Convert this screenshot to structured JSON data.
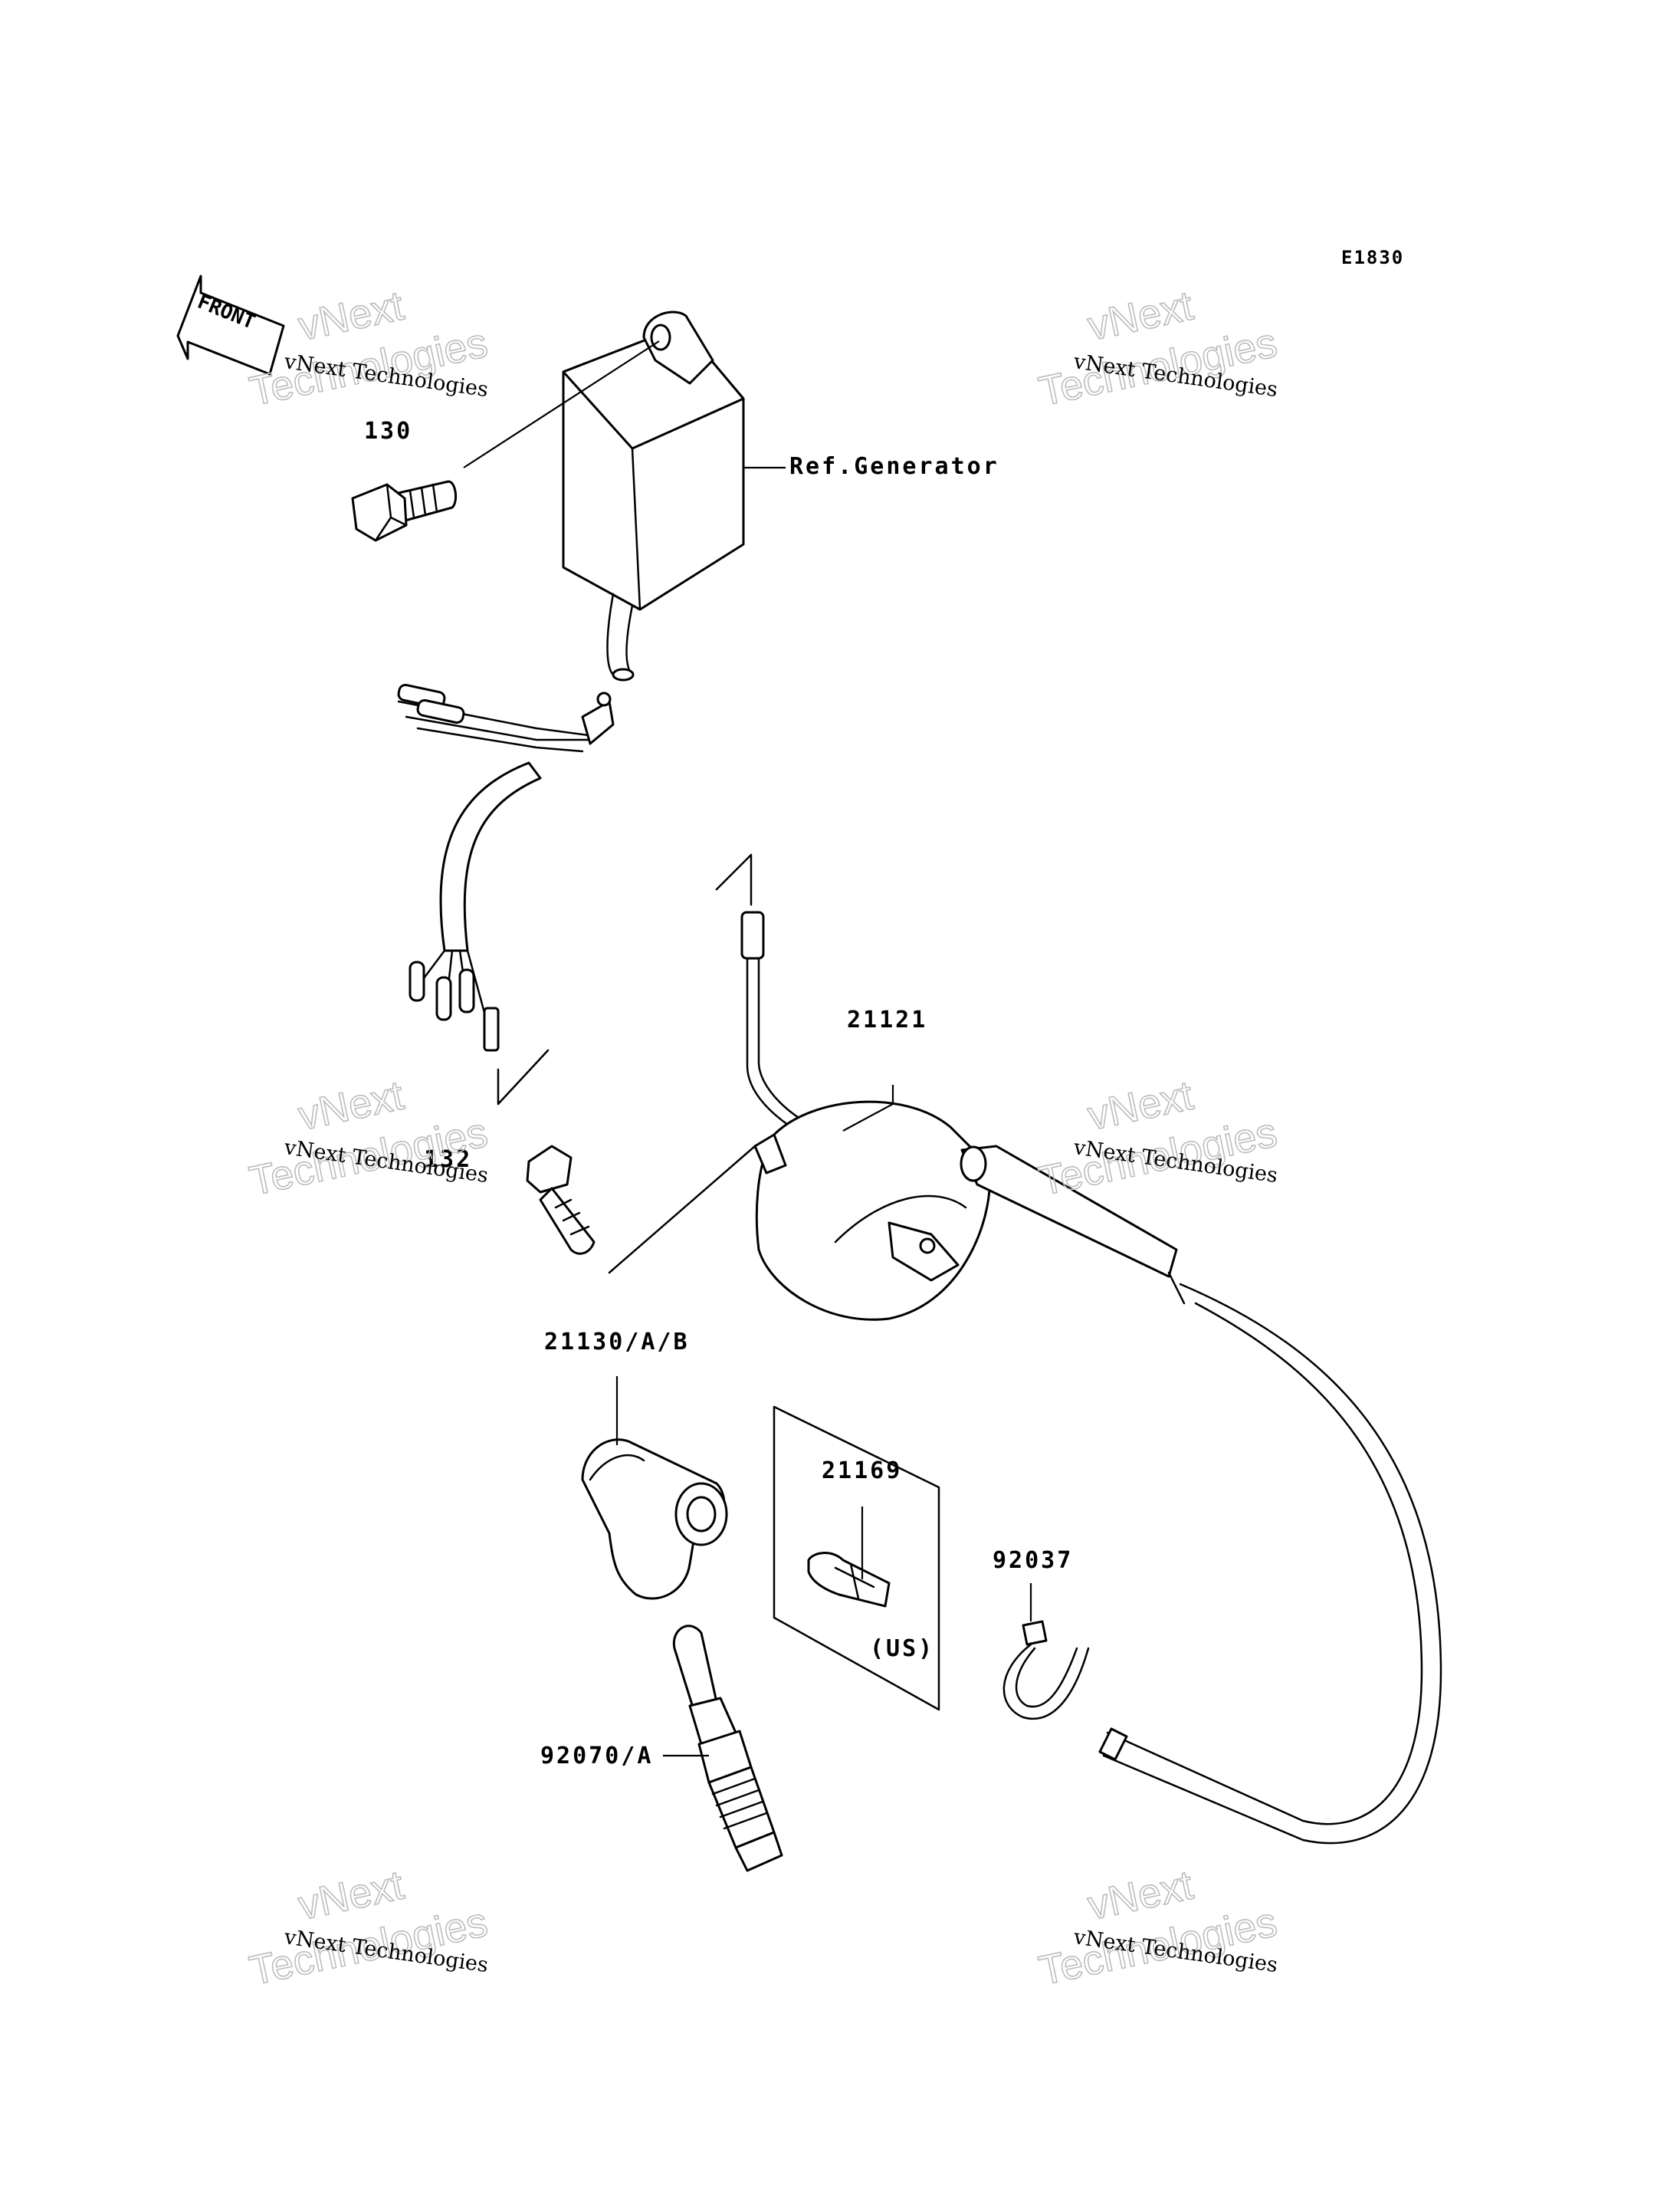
{
  "diagram_code": "E1830",
  "front_arrow_label": "FRONT",
  "watermark": {
    "line1": "vNext Technologies",
    "big1": "vNext",
    "big2": "Technologies"
  },
  "callouts": {
    "bolt_top": "130",
    "ref_generator": "Ref.Generator",
    "ignition_coil": "21121",
    "bolt_bottom": "132",
    "plug_cap": "21130/A/B",
    "clip": "21169",
    "clip_note": "(US)",
    "band": "92037",
    "spark_plug": "92070/A"
  }
}
